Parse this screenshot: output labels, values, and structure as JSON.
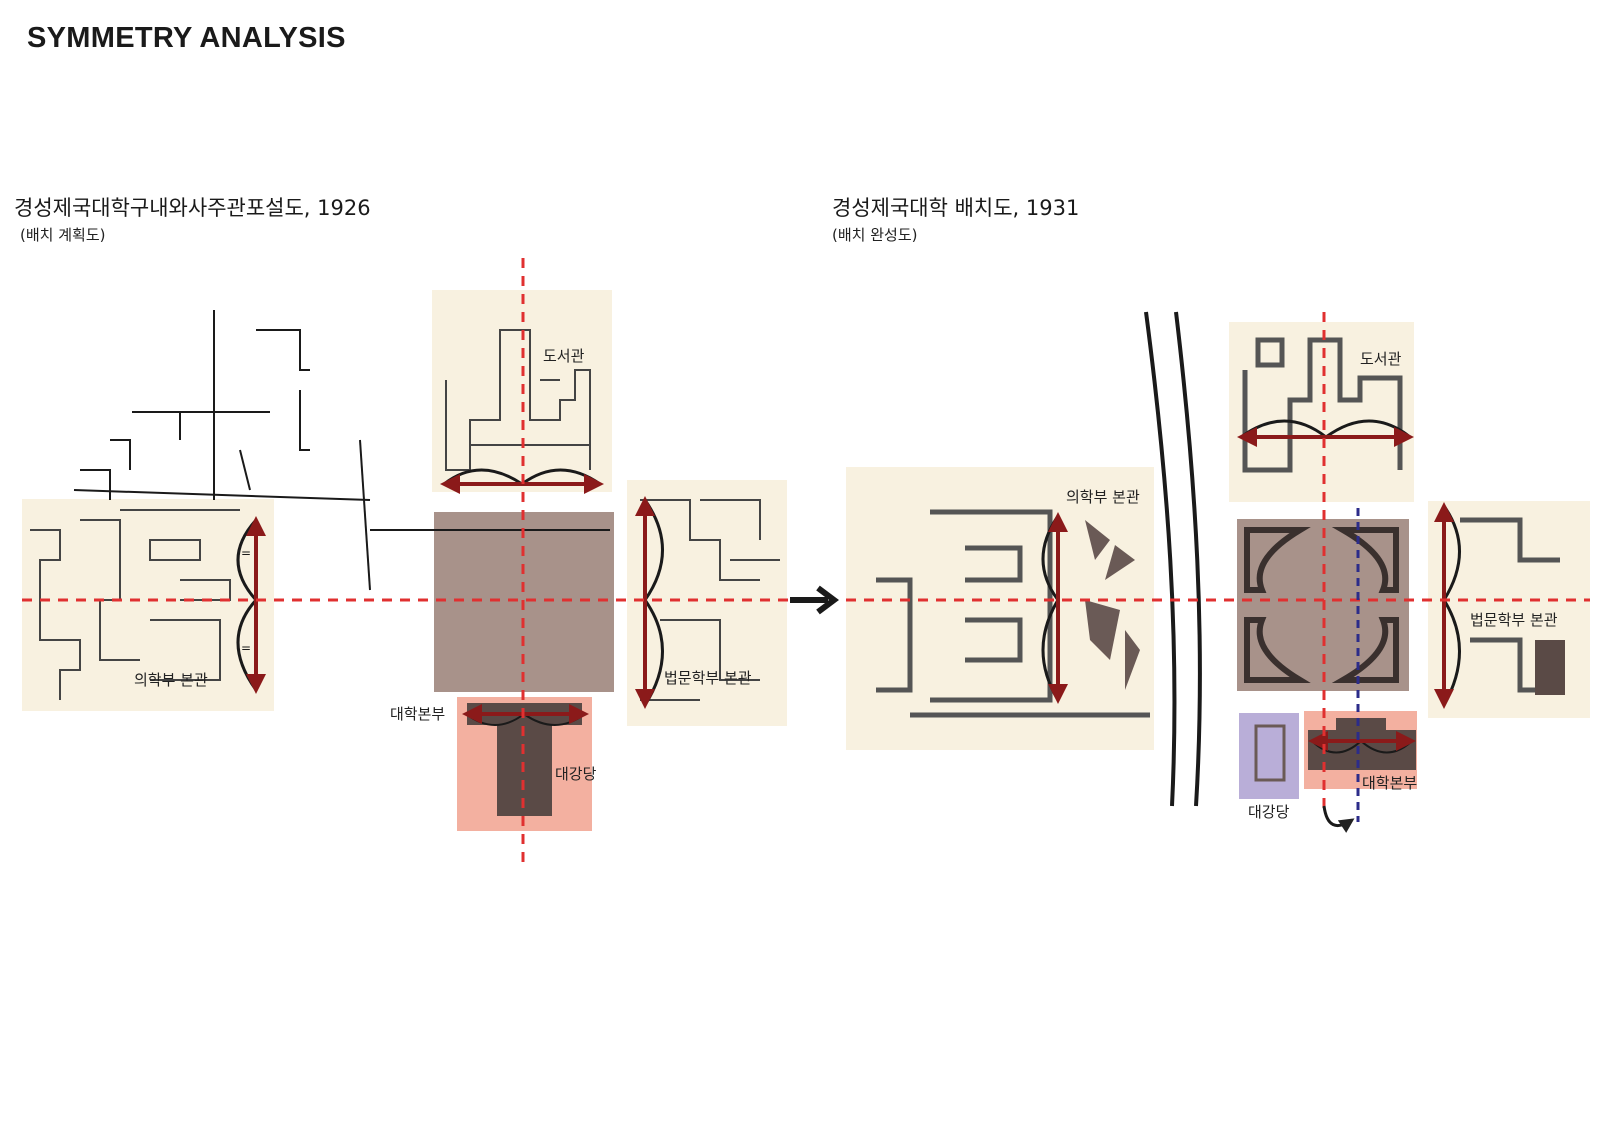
{
  "title": "SYMMETRY ANALYSIS",
  "plan_1926": {
    "title": "경성제국대학구내와사주관포설도, 1926",
    "subtitle": "(배치 계획도)",
    "labels": {
      "library": "도서관",
      "medicine": "의학부 본관",
      "law": "법문학부 본관",
      "headquarters": "대학본부",
      "auditorium": "대강당"
    }
  },
  "plan_1931": {
    "title": "경성제국대학 배치도, 1931",
    "subtitle": "(배치 완성도)",
    "labels": {
      "library": "도서관",
      "medicine": "의학부 본관",
      "law": "법문학부 본관",
      "headquarters": "대학본부",
      "auditorium": "대강당"
    }
  },
  "colors": {
    "zone_fill": "#f8f1e0",
    "plaza_fill": "#a8928a",
    "headquarters_fill": "#f3b0a0",
    "auditorium_1931_fill": "#b9aed8",
    "axis_red": "#e03030",
    "axis_blue": "#2c2c8a",
    "symmetry_arrow": "#8b1a1a",
    "building_dark": "#5a4a46"
  }
}
